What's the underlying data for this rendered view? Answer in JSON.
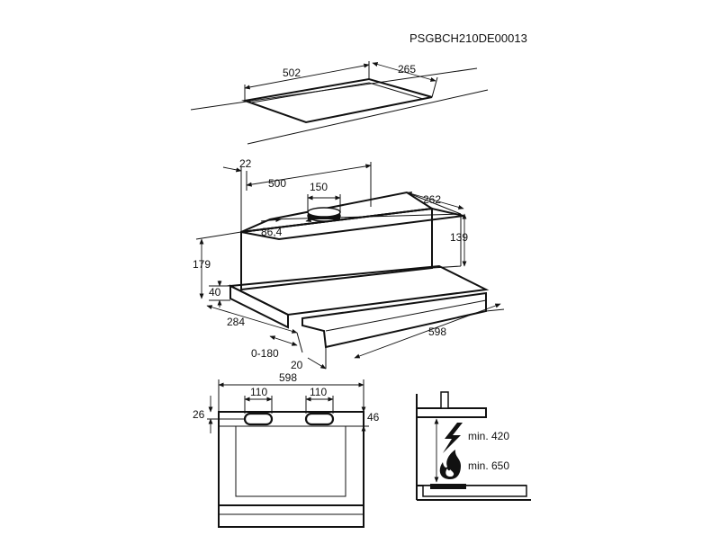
{
  "doc_code": "PSGBCH210DE00013",
  "cutout": {
    "length": "502",
    "depth": "265"
  },
  "hood": {
    "top_gap": "22",
    "width_top": "500",
    "outlet": "150",
    "depth_top": "262",
    "outlet_offset": "86,4",
    "height_body": "139",
    "height_total": "179",
    "front_height": "40",
    "depth_side": "284",
    "extension": "0-180",
    "front_offset": "20",
    "width": "598"
  },
  "front_view": {
    "width": "598",
    "slot_left": "110",
    "slot_right": "110",
    "height_left": "26",
    "height_right": "46"
  },
  "clearance": {
    "electric": "min. 420",
    "gas": "min. 650",
    "icons": [
      "lightning-icon",
      "flame-icon"
    ]
  }
}
